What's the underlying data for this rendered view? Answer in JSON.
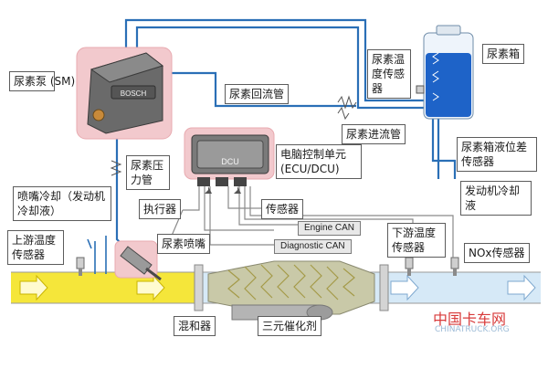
{
  "labels": {
    "urea_pump": "尿素泵 (SM)",
    "return_pipe": "尿素回流管",
    "temp_sensor": "尿素温度传感器",
    "urea_tank": "尿素箱",
    "feed_pipe": "尿素进流管",
    "level_sensor": "尿素箱液位差传感器",
    "pressure_pipe": "尿素压力管",
    "ecu": "电脑控制单元 (ECU/DCU)",
    "nozzle_cooling": "喷嘴冷却（发动机冷却液）",
    "actuator": "执行器",
    "sensor": "传感器",
    "engine_coolant": "发动机冷却液",
    "upstream_temp": "上游温度传感器",
    "nozzle": "尿素喷嘴",
    "downstream_temp": "下游温度传感器",
    "nox_sensor": "NOx传感器",
    "mixer": "混和器",
    "catalyst": "三元催化剂"
  },
  "device_text": {
    "pump_brand": "BOSCH",
    "dcu": "DCU"
  },
  "can_labels": {
    "engine_can": "Engine CAN",
    "diagnostic_can": "Diagnostic CAN"
  },
  "watermark": {
    "brand": "中国卡车网",
    "url": "CHINATRUCK.ORG"
  },
  "colors": {
    "pipe_blue": "#2a6fb6",
    "exhaust_yellow": "#f5e63a",
    "exhaust_light_blue": "#d6e9f7",
    "highlight_pink": "#e8aab0",
    "tank_fluid": "#1e63c8"
  }
}
